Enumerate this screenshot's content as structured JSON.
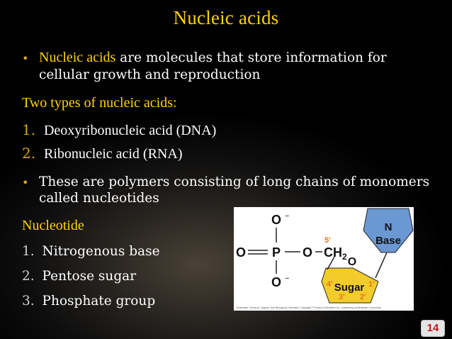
{
  "slide": {
    "title": "Nucleic acids",
    "bullet1": {
      "term": "Nucleic acids",
      "text1": " are molecules that store information for",
      "text2": "cellular growth and reproduction"
    },
    "types_heading": "Two types of nucleic acids:",
    "types": [
      {
        "num": "1.",
        "label": "Deoxyribonucleic acid (DNA)"
      },
      {
        "num": "2.",
        "label": "Ribonucleic acid (RNA)"
      }
    ],
    "bullet2": {
      "text1": "These are polymers consisting of long chains of monomers",
      "text2": "called nucleotides"
    },
    "nucleotide_heading": "Nucleotide",
    "parts": [
      {
        "num": "1.",
        "label": "Nitrogenous base"
      },
      {
        "num": "2.",
        "label": "Pentose sugar"
      },
      {
        "num": "3.",
        "label": "Phosphate group"
      }
    ],
    "page_number": "14"
  },
  "figure": {
    "o_top": "O",
    "o_top_charge": "−",
    "o_left": "O",
    "p": "P",
    "o_mid": "O",
    "ch2": "CH",
    "ch2_sub": "2",
    "o_bottom": "O",
    "o_bottom_charge": "−",
    "o_ring": "O",
    "label_5": "5'",
    "label_4": "4'",
    "label_1": "1'",
    "label_3": "3'",
    "label_2": "2'",
    "sugar": "Sugar",
    "base_n": "N",
    "base": "Base",
    "credit": "Timberlake, General, Organic, and Biological Chemistry. Copyright © Pearson Education Inc., publishing as Benjamin Cummings",
    "colors": {
      "base_fill": "#6b97d2",
      "sugar_fill": "#f2cc2a",
      "orange_text": "#e07a1a"
    }
  }
}
